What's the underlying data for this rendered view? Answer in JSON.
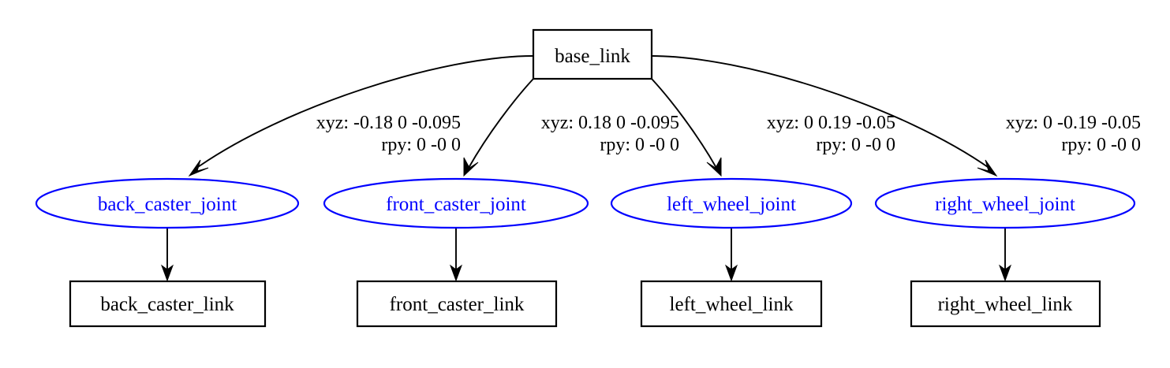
{
  "graph": {
    "kind": "urdf-link-joint-tree",
    "background_color": "#ffffff",
    "link_node_color": "#000000",
    "joint_node_color": "#0000ff",
    "edge_color": "#000000",
    "root": {
      "id": "base_link",
      "label": "base_link",
      "shape": "box"
    },
    "joints": [
      {
        "id": "back_caster_joint",
        "label": "back_caster_joint",
        "shape": "ellipse",
        "child_link": "back_caster_link",
        "child_link_label": "back_caster_link",
        "origin_xyz_line": "xyz: -0.18 0 -0.095",
        "origin_rpy_line": "rpy: 0 -0 0",
        "xyz": [
          -0.18,
          0,
          -0.095
        ],
        "rpy": [
          0,
          0,
          0
        ]
      },
      {
        "id": "front_caster_joint",
        "label": "front_caster_joint",
        "shape": "ellipse",
        "child_link": "front_caster_link",
        "child_link_label": "front_caster_link",
        "origin_xyz_line": "xyz: 0.18 0 -0.095",
        "origin_rpy_line": "rpy: 0 -0 0",
        "xyz": [
          0.18,
          0,
          -0.095
        ],
        "rpy": [
          0,
          0,
          0
        ]
      },
      {
        "id": "left_wheel_joint",
        "label": "left_wheel_joint",
        "shape": "ellipse",
        "child_link": "left_wheel_link",
        "child_link_label": "left_wheel_link",
        "origin_xyz_line": "xyz: 0 0.19 -0.05",
        "origin_rpy_line": "rpy: 0 -0 0",
        "xyz": [
          0,
          0.19,
          -0.05
        ],
        "rpy": [
          0,
          0,
          0
        ]
      },
      {
        "id": "right_wheel_joint",
        "label": "right_wheel_joint",
        "shape": "ellipse",
        "child_link": "right_wheel_link",
        "child_link_label": "right_wheel_link",
        "origin_xyz_line": "xyz: 0 -0.19 -0.05",
        "origin_rpy_line": "rpy: 0 -0 0",
        "xyz": [
          0,
          -0.19,
          -0.05
        ],
        "rpy": [
          0,
          0,
          0
        ]
      }
    ]
  }
}
